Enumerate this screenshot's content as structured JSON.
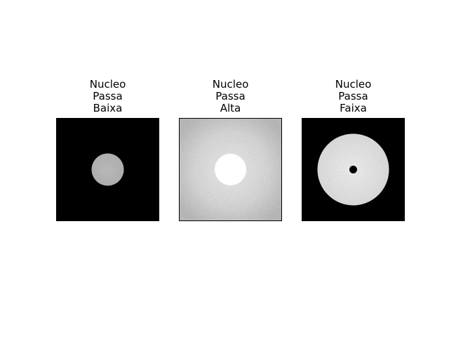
{
  "panels": [
    {
      "title_lines": [
        "Nucleo",
        "Passa",
        "Baixa"
      ],
      "image": "low-pass-kernel"
    },
    {
      "title_lines": [
        "Nucleo",
        "Passa",
        "Alta"
      ],
      "image": "high-pass-kernel"
    },
    {
      "title_lines": [
        "Nucleo",
        "Passa",
        "Faixa"
      ],
      "image": "band-pass-kernel"
    }
  ],
  "colors": {
    "background": "#ffffff",
    "mask": "#000000",
    "frame": "#000000"
  }
}
